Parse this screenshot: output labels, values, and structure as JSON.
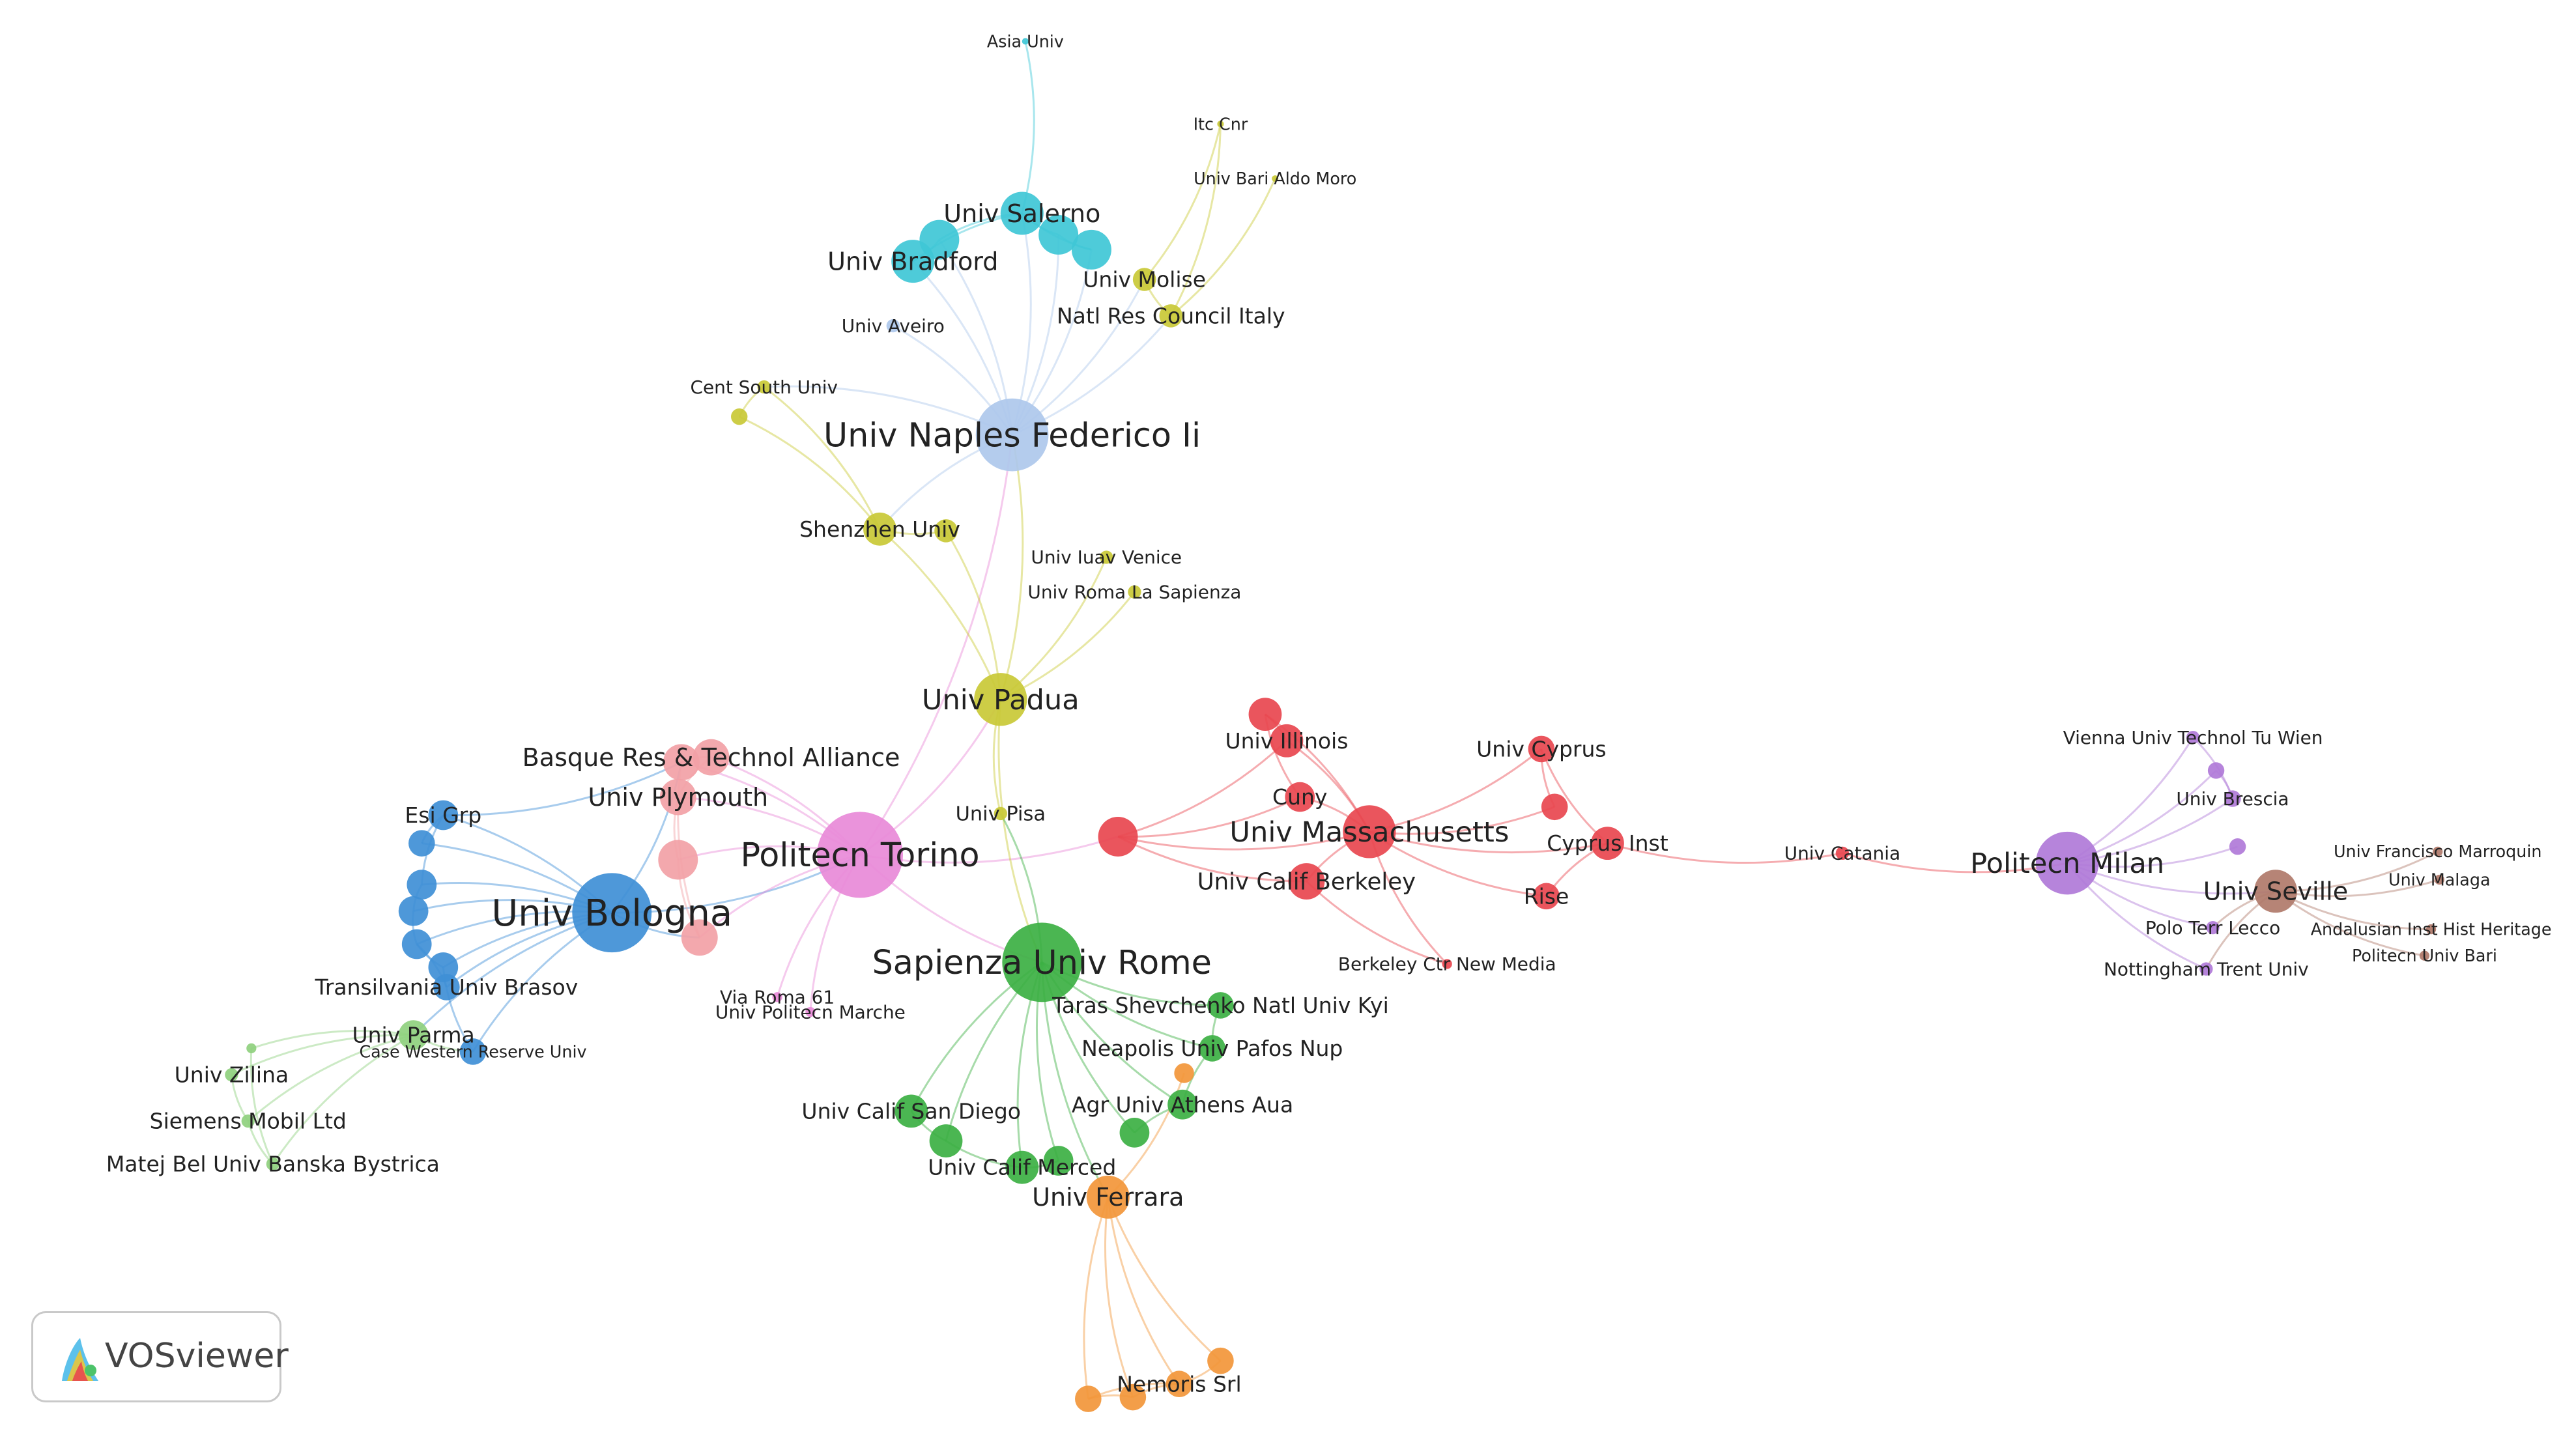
{
  "branding": {
    "name": "VOSviewer",
    "logo_icon": "vosviewer-logo-icon"
  },
  "clusters": {
    "red": "#e8474f",
    "green": "#3cb043",
    "blue": "#3f8fd6",
    "yellow": "#c9c936",
    "purple": "#b07ad8",
    "cyan": "#3fc7d6",
    "orange": "#f2963a",
    "brown": "#b07a6a",
    "pink": "#f2a1a6",
    "lightgreen": "#8fd07e",
    "lightblue": "#aec8ec",
    "magenta": "#e88ad8"
  },
  "nodes": [
    {
      "id": "univ_bologna",
      "label": "Univ Bologna",
      "cluster": "blue",
      "weight": 5
    },
    {
      "id": "esi_grp",
      "label": "Esi Grp",
      "cluster": "blue",
      "weight": 1
    },
    {
      "id": "transilvania",
      "label": "Transilvania Univ Brasov",
      "cluster": "blue",
      "weight": 1
    },
    {
      "id": "case_western",
      "label": "Case Western Reserve Univ",
      "cluster": "blue",
      "weight": 1
    },
    {
      "id": "blue_a",
      "label": "",
      "cluster": "blue",
      "weight": 1
    },
    {
      "id": "blue_b",
      "label": "",
      "cluster": "blue",
      "weight": 1
    },
    {
      "id": "blue_c",
      "label": "",
      "cluster": "blue",
      "weight": 1
    },
    {
      "id": "blue_d",
      "label": "",
      "cluster": "blue",
      "weight": 1
    },
    {
      "id": "blue_e",
      "label": "",
      "cluster": "blue",
      "weight": 1
    },
    {
      "id": "univ_parma",
      "label": "Univ Parma",
      "cluster": "lightgreen",
      "weight": 2
    },
    {
      "id": "univ_zilina",
      "label": "Univ Zilina",
      "cluster": "lightgreen",
      "weight": 1
    },
    {
      "id": "siemens",
      "label": "Siemens Mobil Ltd",
      "cluster": "lightgreen",
      "weight": 1
    },
    {
      "id": "matej_bel",
      "label": "Matej Bel Univ Banska Bystrica",
      "cluster": "lightgreen",
      "weight": 1
    },
    {
      "id": "lg_a",
      "label": "",
      "cluster": "lightgreen",
      "weight": 1
    },
    {
      "id": "politecn_torino",
      "label": "Politecn Torino",
      "cluster": "magenta",
      "weight": 5
    },
    {
      "id": "via_roma",
      "label": "Via Roma 61",
      "cluster": "magenta",
      "weight": 1
    },
    {
      "id": "univ_politecn_marche",
      "label": "Univ Politecn Marche",
      "cluster": "magenta",
      "weight": 1
    },
    {
      "id": "basque",
      "label": "Basque Res & Technol Alliance",
      "cluster": "pink",
      "weight": 2
    },
    {
      "id": "univ_plymouth",
      "label": "Univ Plymouth",
      "cluster": "pink",
      "weight": 2
    },
    {
      "id": "pink_a",
      "label": "",
      "cluster": "pink",
      "weight": 2
    },
    {
      "id": "pink_b",
      "label": "",
      "cluster": "pink",
      "weight": 2
    },
    {
      "id": "pink_c",
      "label": "",
      "cluster": "pink",
      "weight": 2
    },
    {
      "id": "univ_padua",
      "label": "Univ Padua",
      "cluster": "yellow",
      "weight": 3
    },
    {
      "id": "univ_pisa",
      "label": "Univ Pisa",
      "cluster": "yellow",
      "weight": 1
    },
    {
      "id": "shenzhen",
      "label": "Shenzhen Univ",
      "cluster": "yellow",
      "weight": 2
    },
    {
      "id": "cent_south",
      "label": "Cent South Univ",
      "cluster": "yellow",
      "weight": 1
    },
    {
      "id": "univ_iuav",
      "label": "Univ Iuav Venice",
      "cluster": "yellow",
      "weight": 1
    },
    {
      "id": "univ_roma_sapienza",
      "label": "Univ Roma La Sapienza",
      "cluster": "yellow",
      "weight": 1
    },
    {
      "id": "univ_molise",
      "label": "Univ Molise",
      "cluster": "yellow",
      "weight": 1
    },
    {
      "id": "natl_res",
      "label": "Natl Res Council Italy",
      "cluster": "yellow",
      "weight": 1
    },
    {
      "id": "itc_cnr",
      "label": "Itc Cnr",
      "cluster": "yellow",
      "weight": 1
    },
    {
      "id": "univ_bari_aldo",
      "label": "Univ Bari Aldo Moro",
      "cluster": "yellow",
      "weight": 1
    },
    {
      "id": "yellow_a",
      "label": "",
      "cluster": "yellow",
      "weight": 1
    },
    {
      "id": "yellow_b",
      "label": "",
      "cluster": "yellow",
      "weight": 1
    },
    {
      "id": "univ_naples",
      "label": "Univ Naples Federico Ii",
      "cluster": "lightblue",
      "weight": 5
    },
    {
      "id": "univ_aveiro",
      "label": "Univ Aveiro",
      "cluster": "lightblue",
      "weight": 1
    },
    {
      "id": "univ_salerno",
      "label": "Univ Salerno",
      "cluster": "cyan",
      "weight": 3
    },
    {
      "id": "univ_bradford",
      "label": "Univ Bradford",
      "cluster": "cyan",
      "weight": 3
    },
    {
      "id": "asia_univ",
      "label": "Asia Univ",
      "cluster": "cyan",
      "weight": 1
    },
    {
      "id": "cyan_a",
      "label": "",
      "cluster": "cyan",
      "weight": 3
    },
    {
      "id": "cyan_b",
      "label": "",
      "cluster": "cyan",
      "weight": 3
    },
    {
      "id": "cyan_c",
      "label": "",
      "cluster": "cyan",
      "weight": 3
    },
    {
      "id": "sapienza_rome",
      "label": "Sapienza Univ Rome",
      "cluster": "green",
      "weight": 5
    },
    {
      "id": "taras",
      "label": "Taras Shevchenko Natl Univ Kyi",
      "cluster": "green",
      "weight": 1
    },
    {
      "id": "neapolis",
      "label": "Neapolis Univ Pafos Nup",
      "cluster": "green",
      "weight": 1
    },
    {
      "id": "agr_athens",
      "label": "Agr Univ Athens Aua",
      "cluster": "green",
      "weight": 2
    },
    {
      "id": "univ_calif_sd",
      "label": "Univ Calif San Diego",
      "cluster": "green",
      "weight": 2
    },
    {
      "id": "univ_calif_merced",
      "label": "Univ Calif Merced",
      "cluster": "green",
      "weight": 2
    },
    {
      "id": "green_a",
      "label": "",
      "cluster": "green",
      "weight": 2
    },
    {
      "id": "green_b",
      "label": "",
      "cluster": "green",
      "weight": 2
    },
    {
      "id": "green_c",
      "label": "",
      "cluster": "green",
      "weight": 2
    },
    {
      "id": "univ_ferrara",
      "label": "Univ Ferrara",
      "cluster": "orange",
      "weight": 3
    },
    {
      "id": "nemoris",
      "label": "Nemoris Srl",
      "cluster": "orange",
      "weight": 2
    },
    {
      "id": "orange_a",
      "label": "",
      "cluster": "orange",
      "weight": 2
    },
    {
      "id": "orange_b",
      "label": "",
      "cluster": "orange",
      "weight": 2
    },
    {
      "id": "orange_c",
      "label": "",
      "cluster": "orange",
      "weight": 2
    },
    {
      "id": "orange_d",
      "label": "",
      "cluster": "orange",
      "weight": 1
    },
    {
      "id": "univ_massachusetts",
      "label": "Univ Massachusetts",
      "cluster": "red",
      "weight": 4
    },
    {
      "id": "univ_illinois",
      "label": "Univ Illinois",
      "cluster": "red",
      "weight": 2
    },
    {
      "id": "cuny",
      "label": "Cuny",
      "cluster": "red",
      "weight": 2
    },
    {
      "id": "univ_calif_berkeley",
      "label": "Univ Calif Berkeley",
      "cluster": "red",
      "weight": 3
    },
    {
      "id": "berkeley_ctr",
      "label": "Berkeley Ctr New Media",
      "cluster": "red",
      "weight": 1
    },
    {
      "id": "univ_cyprus",
      "label": "Univ Cyprus",
      "cluster": "red",
      "weight": 2
    },
    {
      "id": "cyprus_inst",
      "label": "Cyprus Inst",
      "cluster": "red",
      "weight": 2
    },
    {
      "id": "rise",
      "label": "Rise",
      "cluster": "red",
      "weight": 2
    },
    {
      "id": "univ_catania",
      "label": "Univ Catania",
      "cluster": "red",
      "weight": 1
    },
    {
      "id": "red_a",
      "label": "",
      "cluster": "red",
      "weight": 3
    },
    {
      "id": "red_b",
      "label": "",
      "cluster": "red",
      "weight": 2
    },
    {
      "id": "red_c",
      "label": "",
      "cluster": "red",
      "weight": 2
    },
    {
      "id": "politecn_milan",
      "label": "Politecn Milan",
      "cluster": "purple",
      "weight": 4
    },
    {
      "id": "vienna",
      "label": "Vienna Univ Technol Tu Wien",
      "cluster": "purple",
      "weight": 1
    },
    {
      "id": "univ_brescia",
      "label": "Univ Brescia",
      "cluster": "purple",
      "weight": 1
    },
    {
      "id": "polo_lecco",
      "label": "Polo Terr Lecco",
      "cluster": "purple",
      "weight": 1
    },
    {
      "id": "nottingham",
      "label": "Nottingham Trent Univ",
      "cluster": "purple",
      "weight": 1
    },
    {
      "id": "purple_a",
      "label": "",
      "cluster": "purple",
      "weight": 1
    },
    {
      "id": "purple_b",
      "label": "",
      "cluster": "purple",
      "weight": 1
    },
    {
      "id": "univ_seville",
      "label": "Univ Seville",
      "cluster": "brown",
      "weight": 3
    },
    {
      "id": "univ_francisco",
      "label": "Univ Francisco Marroquin",
      "cluster": "brown",
      "weight": 1
    },
    {
      "id": "univ_malaga",
      "label": "Univ Malaga",
      "cluster": "brown",
      "weight": 1
    },
    {
      "id": "andalusian",
      "label": "Andalusian Inst Hist Heritage",
      "cluster": "brown",
      "weight": 1
    },
    {
      "id": "politecn_bari",
      "label": "Politecn Univ Bari",
      "cluster": "brown",
      "weight": 1
    }
  ],
  "links": [
    [
      "univ_bologna",
      "esi_grp"
    ],
    [
      "univ_bologna",
      "transilvania"
    ],
    [
      "univ_bologna",
      "case_western"
    ],
    [
      "univ_bologna",
      "blue_a"
    ],
    [
      "univ_bologna",
      "blue_b"
    ],
    [
      "univ_bologna",
      "blue_c"
    ],
    [
      "univ_bologna",
      "blue_d"
    ],
    [
      "univ_bologna",
      "blue_e"
    ],
    [
      "univ_bologna",
      "politecn_torino"
    ],
    [
      "univ_bologna",
      "univ_parma"
    ],
    [
      "univ_bologna",
      "pink_a"
    ],
    [
      "univ_bologna",
      "pink_c"
    ],
    [
      "esi_grp",
      "blue_a"
    ],
    [
      "esi_grp",
      "blue_b"
    ],
    [
      "blue_b",
      "blue_c"
    ],
    [
      "blue_c",
      "blue_d"
    ],
    [
      "blue_d",
      "blue_e"
    ],
    [
      "blue_e",
      "case_western"
    ],
    [
      "transilvania",
      "blue_d"
    ],
    [
      "esi_grp",
      "pink_a"
    ],
    [
      "univ_parma",
      "univ_zilina"
    ],
    [
      "univ_parma",
      "siemens"
    ],
    [
      "univ_parma",
      "matej_bel"
    ],
    [
      "univ_parma",
      "lg_a"
    ],
    [
      "univ_parma",
      "case_western"
    ],
    [
      "univ_zilina",
      "siemens"
    ],
    [
      "siemens",
      "matej_bel"
    ],
    [
      "lg_a",
      "matej_bel"
    ],
    [
      "politecn_torino",
      "univ_padua"
    ],
    [
      "politecn_torino",
      "sapienza_rome"
    ],
    [
      "politecn_torino",
      "red_a"
    ],
    [
      "politecn_torino",
      "basque"
    ],
    [
      "politecn_torino",
      "univ_plymouth"
    ],
    [
      "politecn_torino",
      "pink_a"
    ],
    [
      "politecn_torino",
      "pink_b"
    ],
    [
      "politecn_torino",
      "pink_c"
    ],
    [
      "politecn_torino",
      "via_roma"
    ],
    [
      "politecn_torino",
      "univ_politecn_marche"
    ],
    [
      "politecn_torino",
      "univ_naples"
    ],
    [
      "basque",
      "univ_plymouth"
    ],
    [
      "basque",
      "pink_a"
    ],
    [
      "univ_plymouth",
      "pink_b"
    ],
    [
      "pink_a",
      "pink_c"
    ],
    [
      "pink_b",
      "pink_c"
    ],
    [
      "univ_padua",
      "univ_naples"
    ],
    [
      "univ_padua",
      "shenzhen"
    ],
    [
      "univ_padua",
      "univ_pisa"
    ],
    [
      "univ_padua",
      "univ_iuav"
    ],
    [
      "univ_padua",
      "univ_roma_sapienza"
    ],
    [
      "univ_padua",
      "sapienza_rome"
    ],
    [
      "univ_padua",
      "yellow_a"
    ],
    [
      "shenzhen",
      "cent_south"
    ],
    [
      "shenzhen",
      "yellow_a"
    ],
    [
      "shenzhen",
      "yellow_b"
    ],
    [
      "cent_south",
      "yellow_b"
    ],
    [
      "univ_naples",
      "shenzhen"
    ],
    [
      "univ_naples",
      "univ_salerno"
    ],
    [
      "univ_naples",
      "univ_bradford"
    ],
    [
      "univ_naples",
      "cyan_a"
    ],
    [
      "univ_naples",
      "cyan_b"
    ],
    [
      "univ_naples",
      "cyan_c"
    ],
    [
      "univ_naples",
      "univ_molise"
    ],
    [
      "univ_naples",
      "natl_res"
    ],
    [
      "univ_naples",
      "univ_aveiro"
    ],
    [
      "univ_naples",
      "cent_south"
    ],
    [
      "univ_salerno",
      "univ_bradford"
    ],
    [
      "univ_salerno",
      "cyan_a"
    ],
    [
      "univ_salerno",
      "cyan_b"
    ],
    [
      "univ_salerno",
      "cyan_c"
    ],
    [
      "univ_salerno",
      "asia_univ"
    ],
    [
      "univ_bradford",
      "cyan_a"
    ],
    [
      "cyan_b",
      "cyan_c"
    ],
    [
      "univ_molise",
      "natl_res"
    ],
    [
      "natl_res",
      "itc_cnr"
    ],
    [
      "natl_res",
      "univ_bari_aldo"
    ],
    [
      "univ_molise",
      "itc_cnr"
    ],
    [
      "sapienza_rome",
      "taras"
    ],
    [
      "sapienza_rome",
      "neapolis"
    ],
    [
      "sapienza_rome",
      "agr_athens"
    ],
    [
      "sapienza_rome",
      "univ_calif_sd"
    ],
    [
      "sapienza_rome",
      "univ_calif_merced"
    ],
    [
      "sapienza_rome",
      "green_a"
    ],
    [
      "sapienza_rome",
      "green_b"
    ],
    [
      "sapienza_rome",
      "green_c"
    ],
    [
      "sapienza_rome",
      "univ_ferrara"
    ],
    [
      "sapienza_rome",
      "univ_pisa"
    ],
    [
      "univ_calif_sd",
      "green_a"
    ],
    [
      "green_a",
      "univ_calif_merced"
    ],
    [
      "univ_calif_merced",
      "green_b"
    ],
    [
      "agr_athens",
      "green_c"
    ],
    [
      "taras",
      "neapolis"
    ],
    [
      "neapolis",
      "agr_athens"
    ],
    [
      "univ_ferrara",
      "nemoris"
    ],
    [
      "univ_ferrara",
      "orange_a"
    ],
    [
      "univ_ferrara",
      "orange_b"
    ],
    [
      "univ_ferrara",
      "orange_c"
    ],
    [
      "univ_ferrara",
      "orange_d"
    ],
    [
      "nemoris",
      "orange_a"
    ],
    [
      "nemoris",
      "orange_b"
    ],
    [
      "nemoris",
      "orange_c"
    ],
    [
      "orange_a",
      "orange_b"
    ],
    [
      "red_a",
      "univ_massachusetts"
    ],
    [
      "red_a",
      "univ_illinois"
    ],
    [
      "red_a",
      "cuny"
    ],
    [
      "red_a",
      "univ_calif_berkeley"
    ],
    [
      "univ_massachusetts",
      "univ_illinois"
    ],
    [
      "univ_massachusetts",
      "cuny"
    ],
    [
      "univ_massachusetts",
      "univ_calif_berkeley"
    ],
    [
      "univ_massachusetts",
      "univ_cyprus"
    ],
    [
      "univ_massachusetts",
      "cyprus_inst"
    ],
    [
      "univ_massachusetts",
      "rise"
    ],
    [
      "univ_massachusetts",
      "berkeley_ctr"
    ],
    [
      "univ_massachusetts",
      "red_b"
    ],
    [
      "univ_massachusetts",
      "red_c"
    ],
    [
      "univ_illinois",
      "red_b"
    ],
    [
      "red_b",
      "cuny"
    ],
    [
      "univ_cyprus",
      "cyprus_inst"
    ],
    [
      "cyprus_inst",
      "rise"
    ],
    [
      "univ_cyprus",
      "red_c"
    ],
    [
      "cyprus_inst",
      "univ_catania"
    ],
    [
      "univ_catania",
      "politecn_milan"
    ],
    [
      "univ_calif_berkeley",
      "berkeley_ctr"
    ],
    [
      "politecn_milan",
      "vienna"
    ],
    [
      "politecn_milan",
      "univ_brescia"
    ],
    [
      "politecn_milan",
      "polo_lecco"
    ],
    [
      "politecn_milan",
      "nottingham"
    ],
    [
      "politecn_milan",
      "univ_seville"
    ],
    [
      "politecn_milan",
      "purple_a"
    ],
    [
      "politecn_milan",
      "purple_b"
    ],
    [
      "univ_brescia",
      "vienna"
    ],
    [
      "univ_brescia",
      "purple_a"
    ],
    [
      "univ_seville",
      "univ_francisco"
    ],
    [
      "univ_seville",
      "univ_malaga"
    ],
    [
      "univ_seville",
      "andalusian"
    ],
    [
      "univ_seville",
      "politecn_bari"
    ],
    [
      "univ_seville",
      "polo_lecco"
    ],
    [
      "univ_seville",
      "nottingham"
    ]
  ]
}
